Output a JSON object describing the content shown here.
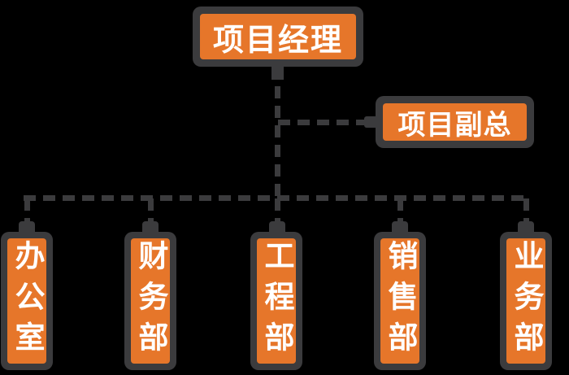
{
  "diagram": {
    "type": "org-chart",
    "root": {
      "label": "项目经理"
    },
    "deputy": {
      "label": "项目副总"
    },
    "departments": [
      {
        "label": "办公室"
      },
      {
        "label": "财务部"
      },
      {
        "label": "工程部"
      },
      {
        "label": "销售部"
      },
      {
        "label": "业务部"
      }
    ],
    "colors": {
      "background": "#000000",
      "node_fill": "#e6762a",
      "node_border": "#3b3b3d",
      "connector": "#3b3b3d",
      "text": "#ffffff"
    },
    "connector_style": "dashed"
  }
}
